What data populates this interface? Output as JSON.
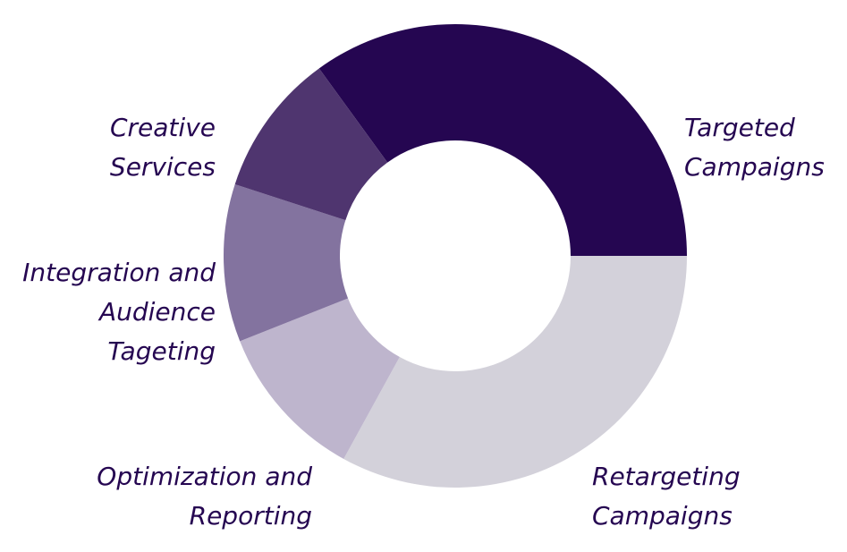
{
  "chart_data": {
    "type": "pie",
    "categories": [
      "Targeted Campaigns",
      "Retargeting Campaigns",
      "Optimization and Reporting",
      "Integration and Audience Tageting",
      "Creative Services"
    ],
    "label_lines": [
      [
        "Targeted",
        "Campaigns"
      ],
      [
        "Retargeting",
        "Campaigns"
      ],
      [
        "Optimization and",
        "Reporting"
      ],
      [
        "Integration and",
        "Audience",
        "Tageting"
      ],
      [
        "Creative",
        "Services"
      ]
    ],
    "values": [
      35,
      33,
      11,
      11,
      10
    ],
    "colors": [
      "#250651",
      "#d3d1da",
      "#beb5cd",
      "#83739f",
      "#4f356f"
    ],
    "label_color": "#250651",
    "start_angle_deg": -36,
    "direction": "clockwise",
    "donut": true,
    "legend": "none",
    "title": ""
  }
}
